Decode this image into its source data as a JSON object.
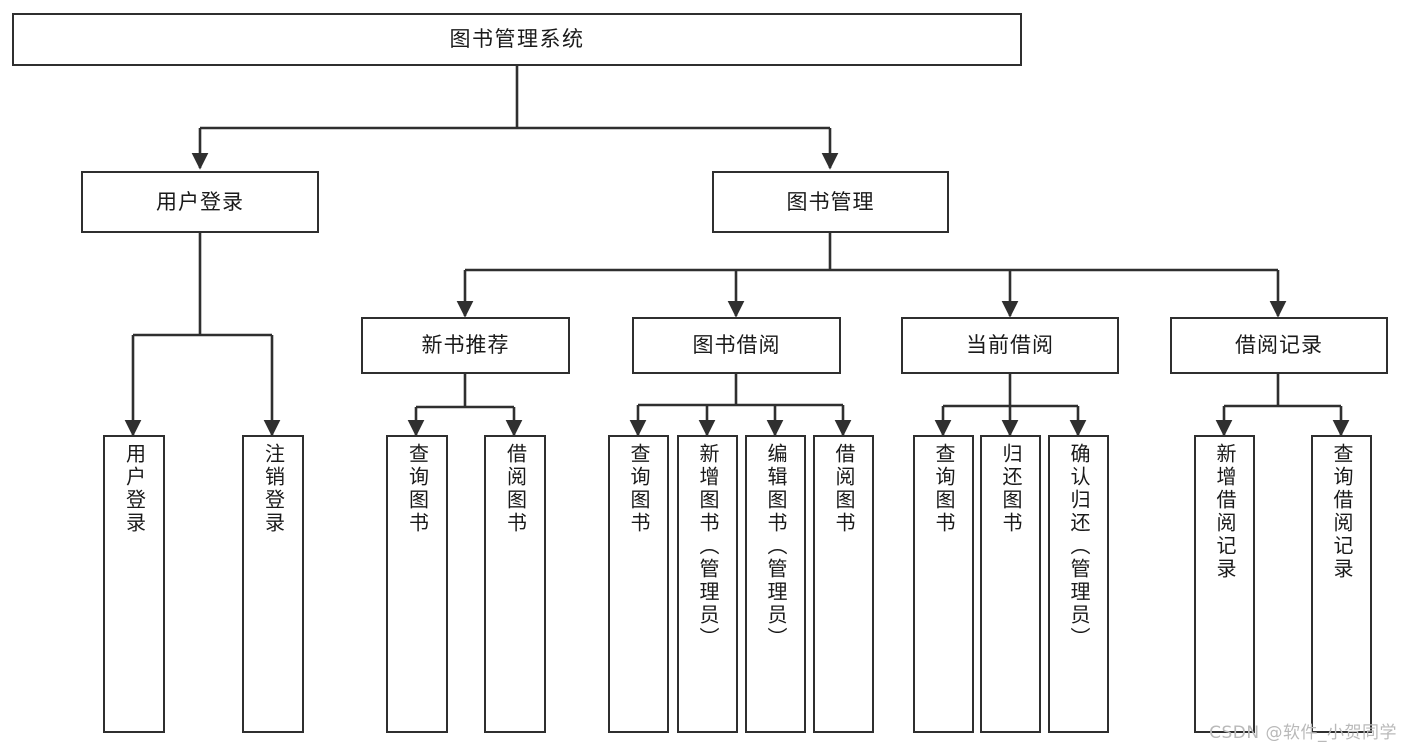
{
  "diagram": {
    "title": "图书管理系统",
    "watermark": "CSDN @软件_小贺同学",
    "stroke_color": "#2f2f2f",
    "fill_color": "#ffffff",
    "text_color": "#1a1a1a",
    "watermark_color": "#b9b9b9"
  },
  "nodes": {
    "root": {
      "label": "图书管理系统"
    },
    "level1": [
      {
        "label": "用户登录"
      },
      {
        "label": "图书管理"
      }
    ],
    "level2": [
      {
        "label": "新书推荐"
      },
      {
        "label": "图书借阅"
      },
      {
        "label": "当前借阅"
      },
      {
        "label": "借阅记录"
      }
    ],
    "leaves": {
      "user_login": [
        {
          "label": "用户登录"
        },
        {
          "label": "注销登录"
        }
      ],
      "new_books": [
        {
          "label": "查询图书"
        },
        {
          "label": "借阅图书"
        }
      ],
      "book_borrow": [
        {
          "label": "查询图书"
        },
        {
          "label": "新增图书（管理员）"
        },
        {
          "label": "编辑图书（管理员）"
        },
        {
          "label": "借阅图书"
        }
      ],
      "current_borrow": [
        {
          "label": "查询图书"
        },
        {
          "label": "归还图书"
        },
        {
          "label": "确认归还（管理员）"
        }
      ],
      "borrow_records": [
        {
          "label": "新增借阅记录"
        },
        {
          "label": "查询借阅记录"
        }
      ]
    }
  },
  "chart_data": {
    "type": "diagram",
    "subtype": "tree-hierarchy",
    "title": "图书管理系统",
    "orientation": "top-down",
    "tree": {
      "name": "图书管理系统",
      "children": [
        {
          "name": "用户登录",
          "children": [
            {
              "name": "用户登录"
            },
            {
              "name": "注销登录"
            }
          ]
        },
        {
          "name": "图书管理",
          "children": [
            {
              "name": "新书推荐",
              "children": [
                {
                  "name": "查询图书"
                },
                {
                  "name": "借阅图书"
                }
              ]
            },
            {
              "name": "图书借阅",
              "children": [
                {
                  "name": "查询图书"
                },
                {
                  "name": "新增图书（管理员）"
                },
                {
                  "name": "编辑图书（管理员）"
                },
                {
                  "name": "借阅图书"
                }
              ]
            },
            {
              "name": "当前借阅",
              "children": [
                {
                  "name": "查询图书"
                },
                {
                  "name": "归还图书"
                },
                {
                  "name": "确认归还（管理员）"
                }
              ]
            },
            {
              "name": "借阅记录",
              "children": [
                {
                  "name": "新增借阅记录"
                },
                {
                  "name": "查询借阅记录"
                }
              ]
            }
          ]
        }
      ]
    }
  }
}
